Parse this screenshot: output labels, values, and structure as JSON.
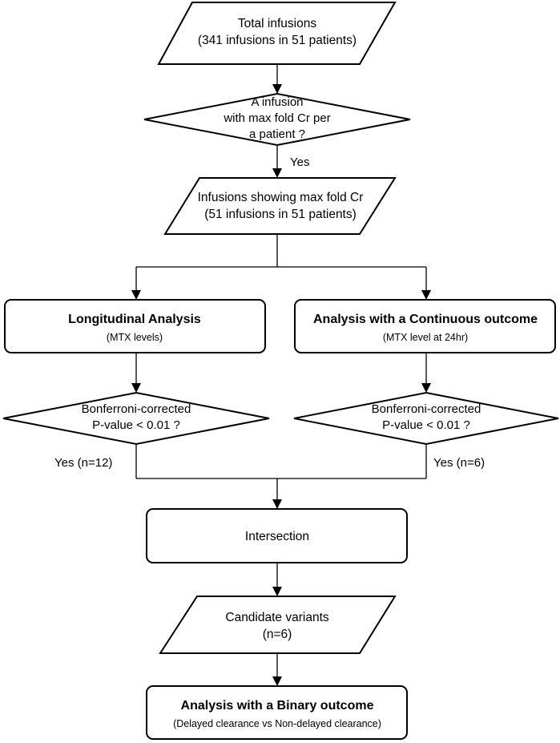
{
  "nodes": {
    "total": {
      "line1": "Total infusions",
      "line2": "(341 infusions in 51 patients)"
    },
    "decision1": {
      "line1": "A infusion",
      "line2": "with max fold Cr per",
      "line3": "a patient ?"
    },
    "edge_yes": "Yes",
    "max_fold": {
      "line1": "Infusions showing max fold Cr",
      "line2": "(51 infusions in 51 patients)"
    },
    "longitudinal": {
      "title": "Longitudinal Analysis",
      "subtitle": "(MTX levels)"
    },
    "continuous": {
      "title": "Analysis with a Continuous outcome",
      "subtitle": "(MTX level at 24hr)"
    },
    "bonf_left": {
      "line1": "Bonferroni-corrected",
      "line2": "P-value < 0.01 ?"
    },
    "bonf_right": {
      "line1": "Bonferroni-corrected",
      "line2": "P-value < 0.01 ?"
    },
    "yes_left": "Yes (n=12)",
    "yes_right": "Yes (n=6)",
    "intersection": "Intersection",
    "candidates": {
      "line1": "Candidate variants",
      "line2": "(n=6)"
    },
    "binary": {
      "title": "Analysis with a Binary outcome",
      "subtitle": "(Delayed clearance vs Non-delayed clearance)"
    }
  }
}
